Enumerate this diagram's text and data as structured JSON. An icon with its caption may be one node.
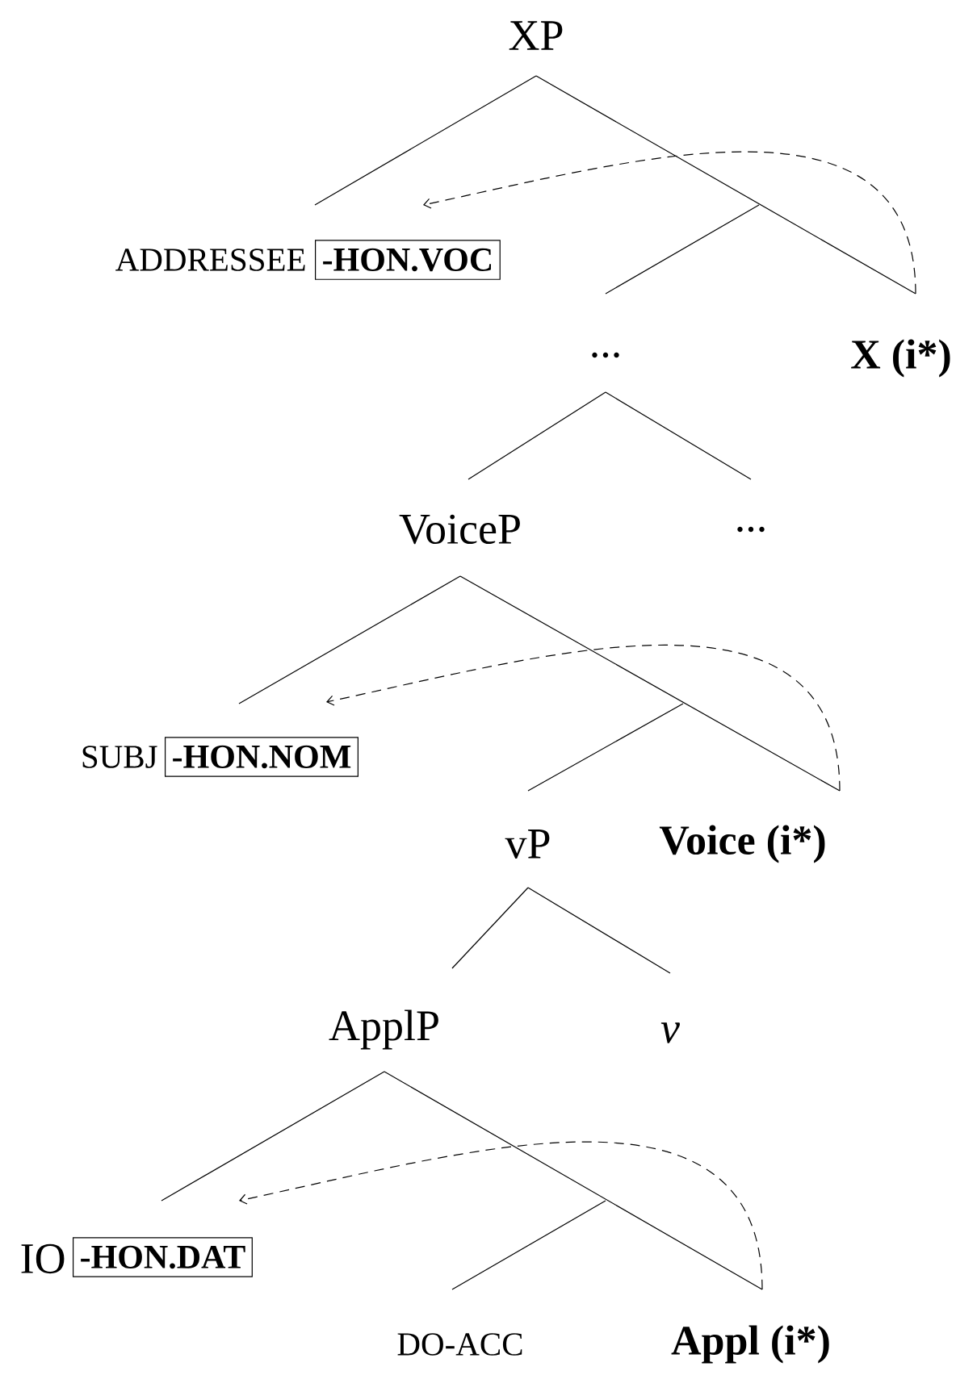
{
  "diagram": {
    "nodes": [
      {
        "text": [
          "XP"
        ]
      },
      {
        "text": [
          "ADDRESSEE"
        ]
      },
      {
        "text": [
          "-HON.VOC"
        ]
      },
      {
        "text": [
          "..."
        ]
      },
      {
        "text": [
          "X (i*)"
        ]
      },
      {
        "text": [
          "VoiceP"
        ]
      },
      {
        "text": [
          "..."
        ]
      },
      {
        "text": [
          "SUBJ"
        ]
      },
      {
        "text": [
          "-HON.NOM"
        ]
      },
      {
        "text": [
          "vP"
        ]
      },
      {
        "text": [
          "Voice (i*)"
        ]
      },
      {
        "text": [
          "ApplP"
        ]
      },
      {
        "text": [
          "v"
        ]
      },
      {
        "text": [
          "IO"
        ]
      },
      {
        "text": [
          "-HON.DAT"
        ]
      },
      {
        "text": [
          "DO-ACC"
        ]
      },
      {
        "text": [
          "Appl (i*)"
        ]
      }
    ],
    "edges": [
      {
        "from": 0,
        "to": 1,
        "arrow": "none"
      },
      {
        "from": 0,
        "to": 4,
        "arrow": "none"
      },
      {
        "from": null,
        "to": 3,
        "arrow": "none"
      },
      {
        "from": 4,
        "to": 2,
        "arrow": "to",
        "style": "dashed"
      },
      {
        "from": 3,
        "to": 5,
        "arrow": "none"
      },
      {
        "from": 3,
        "to": 6,
        "arrow": "none"
      },
      {
        "from": 5,
        "to": 8,
        "arrow": "none"
      },
      {
        "from": 5,
        "to": 10,
        "arrow": "none"
      },
      {
        "from": null,
        "to": 9,
        "arrow": "none"
      },
      {
        "from": 10,
        "to": 8,
        "arrow": "to",
        "style": "dashed"
      },
      {
        "from": 9,
        "to": 11,
        "arrow": "none"
      },
      {
        "from": 9,
        "to": 12,
        "arrow": "none"
      },
      {
        "from": 11,
        "to": 14,
        "arrow": "none"
      },
      {
        "from": 11,
        "to": 16,
        "arrow": "none"
      },
      {
        "from": null,
        "to": 15,
        "arrow": "none"
      },
      {
        "from": 16,
        "to": 14,
        "arrow": "to",
        "style": "dashed"
      }
    ]
  }
}
